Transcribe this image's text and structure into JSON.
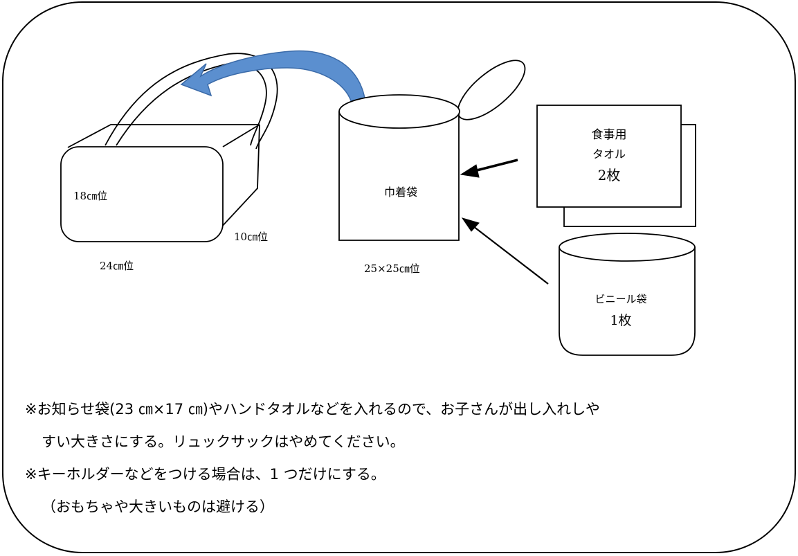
{
  "bag": {
    "height_label": "18㎝位",
    "depth_label": "10㎝位",
    "width_label": "24㎝位"
  },
  "drawstring": {
    "label": "巾着袋",
    "size_label": "25×25㎝位"
  },
  "towel": {
    "line1": "食事用",
    "line2": "タオル",
    "line3": "2枚"
  },
  "vinyl": {
    "line1": "ビニール袋",
    "line2": "1枚"
  },
  "notes": [
    "※お知らせ袋(23 ㎝×17 ㎝)やハンドタオルなどを入れるので、お子さんが出し入れしや",
    "すい大きさにする。リュックサックはやめてください。",
    "※キーホルダーなどをつける場合は、1 つだけにする。",
    "（おもちゃや大きいものは避ける）"
  ],
  "colors": {
    "arrow_fill": "#5b8fcf",
    "arrow_stroke": "#3a6aa8",
    "line": "#000000"
  }
}
